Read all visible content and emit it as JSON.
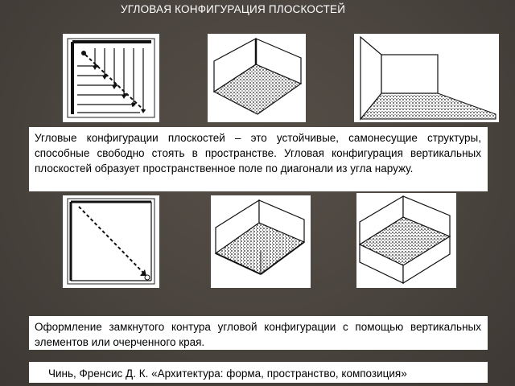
{
  "title": "УГЛОВАЯ КОНФИГУРАЦИЯ ПЛОСКОСТЕЙ",
  "paragraph1": "Угловые конфигурации плоскостей – это устойчивые, самонесущие структуры, способные свободно стоять в пространстве. Угловая конфигурация вертикальных плоскостей образует пространственное поле по диагонали из угла наружу.",
  "paragraph2": "Оформление замкнутого контура угловой конфигурации с помощью вертикальных элементов или очерченного края.",
  "credit": "Чинь, Френсис Д. К. «Архитектура: форма, пространство, композиция»",
  "figures": {
    "top": [
      "plan-corner-arrows-icon",
      "isometric-corner-walls-icon",
      "perspective-corner-room-icon"
    ],
    "bottom": [
      "plan-enclosed-diagonal-icon",
      "isometric-enclosed-box-icon",
      "isometric-enclosed-box-alt-icon"
    ]
  }
}
